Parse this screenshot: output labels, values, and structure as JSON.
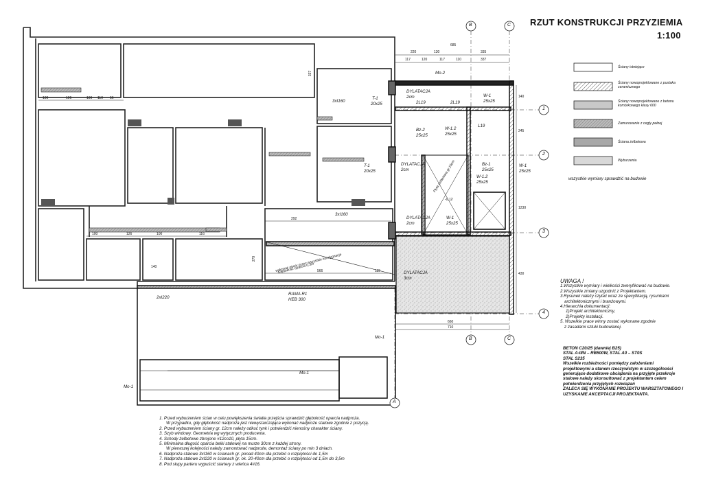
{
  "title": "RZUT KONSTRUKCJI PRZYZIEMIA",
  "scale": "1:100",
  "axes": {
    "columns": [
      "B",
      "C",
      "A"
    ],
    "rows": [
      "1",
      "2",
      "3",
      "4"
    ]
  },
  "legend": [
    {
      "label": "Ściany istniejące",
      "fill": "#ffffff"
    },
    {
      "label": "Ściany nowoprojektowane z pustaka ceramicznego",
      "fill": "hatch"
    },
    {
      "label": "Ściany nowoprojektowane z betonu komórkowego klasy 600",
      "fill": "#c8c8c8"
    },
    {
      "label": "Zamurowanie z cegły pełnej",
      "fill": "#b8b8b8"
    },
    {
      "label": "Ściana żelbetowa",
      "fill": "#a8a8a8"
    },
    {
      "label": "Wyburzenia",
      "fill": "#d8d8d8"
    }
  ],
  "legend_note": "wszystkie wymiary sprawdzić na budowie",
  "uwaga": {
    "heading": "UWAGA !",
    "lines": [
      "1.Wszystkie wymiary i wielkości zweryfikować na budowie.",
      "2.Wszystkie zmiany uzgodnić z Projektantem.",
      "3.Rysunek należy czytać wraz ze specyfikacją, rysunkami",
      "architektonicznymi i branżowymi.",
      "4.Hierarchia dokumentacji:",
      "1)Projekt architektoniczny,",
      "2)Projekty instalacji.",
      "5. Wszelkie prace winny zostać wykonane zgodnie",
      "z zasadami sztuki budowlanej."
    ]
  },
  "materials": {
    "lines": [
      "BETON C20/25 (dawniej B25)",
      "STAL A-IIIN – RB500W, STAL A0 – ST0S",
      "STAL S235"
    ],
    "bold_lines": [
      "Wszelkie rozbieżności pomiędzy założeniami",
      "projektowymi a stanem rzeczywistym w szczególności",
      "generujące dodatkowe obciążenia na przyjęte przekroje",
      "stalowe należy skonsultować z projektantem celem",
      "potwierdzenia przyjętych rozwiązań",
      "ZALECA SIĘ WYKONANIE PROJEKTU WARSZTATOWEGO I",
      "UZYSKANIE AKCEPTACJI PROJEKTANTA."
    ]
  },
  "bottom_notes": [
    "1. Przed wyburzeniem ścian w celu powiększenia światła przejścia sprawdzić głębokość oparcia nadproża.",
    "W przypadku, gdy głębokość nadproża jest niewystarczająca wykonać nadproże stalowe zgodnie z pozycją.",
    "2. Przed wyburzeniem ściany gr. 12cm należy odkuć tynk i potwierdzić nienośny charakter ściany.",
    "3. Szyb windowy. Geometria wg wytycznych producenta.",
    "4. Schody żelbetowe zbrojone #12co10, płyta 15cm.",
    "5. Minimalna długość oparcia belki stalowej na murze 30cm z każdej strony.",
    "W pierwszej kolejności należy zamontować nadproże, demontaż ściany po min 3 dniach.",
    "6. Nadproża stalowe 3xI160 w ścianach gr. ponad 40cm dla przebić o rozpiętości do 1,5m",
    "7. Nadproża stalowe 2xI220 w ścianach gr. ok. 20-40cm dla przebić o rozpiętości od 1,5m do 3,5m",
    "8. Pod słupy parteru wypuścić startery z wieńca 4#16."
  ],
  "labels": {
    "dylatacja": "DYLATACJA",
    "dylatacja_2cm": "2cm",
    "dylatacja_3cm": "3cm",
    "t1": "T-1",
    "t1_size": "20x25",
    "mo2": "Mo-2",
    "mo1": "Mo-1",
    "w1": "W-1",
    "w12": "W-1.2",
    "bz1": "Bz-1",
    "bz2": "Bz-2",
    "size_25x25": "25x25",
    "l19": "2L19",
    "l19b": "L19",
    "beam_3x160a": "3xI160",
    "beam_3x160b": "3xI160",
    "beam_2x220": "2xI220",
    "rama": "RAMA R1",
    "heb": "HEB 300",
    "window_note": "wykonać otwór przez wszystkie kondygnacje",
    "window_note2": "Głębokość oparcia 0,3m",
    "plyta_note": "Płyta żelbetowa gr.15cm",
    "elevation": "-0.12"
  },
  "dims_top": [
    "685",
    "220",
    "130",
    "335",
    "117",
    "120",
    "117",
    "110",
    "337"
  ],
  "dims_right": [
    "140",
    "245",
    "1230",
    "430"
  ],
  "dims_bottom": [
    "660",
    "710"
  ],
  "dims_left": [
    "100",
    "196",
    "100",
    "110",
    "56",
    "100",
    "126",
    "100",
    "116",
    "140",
    "337",
    "279",
    "292",
    "566",
    "115"
  ]
}
